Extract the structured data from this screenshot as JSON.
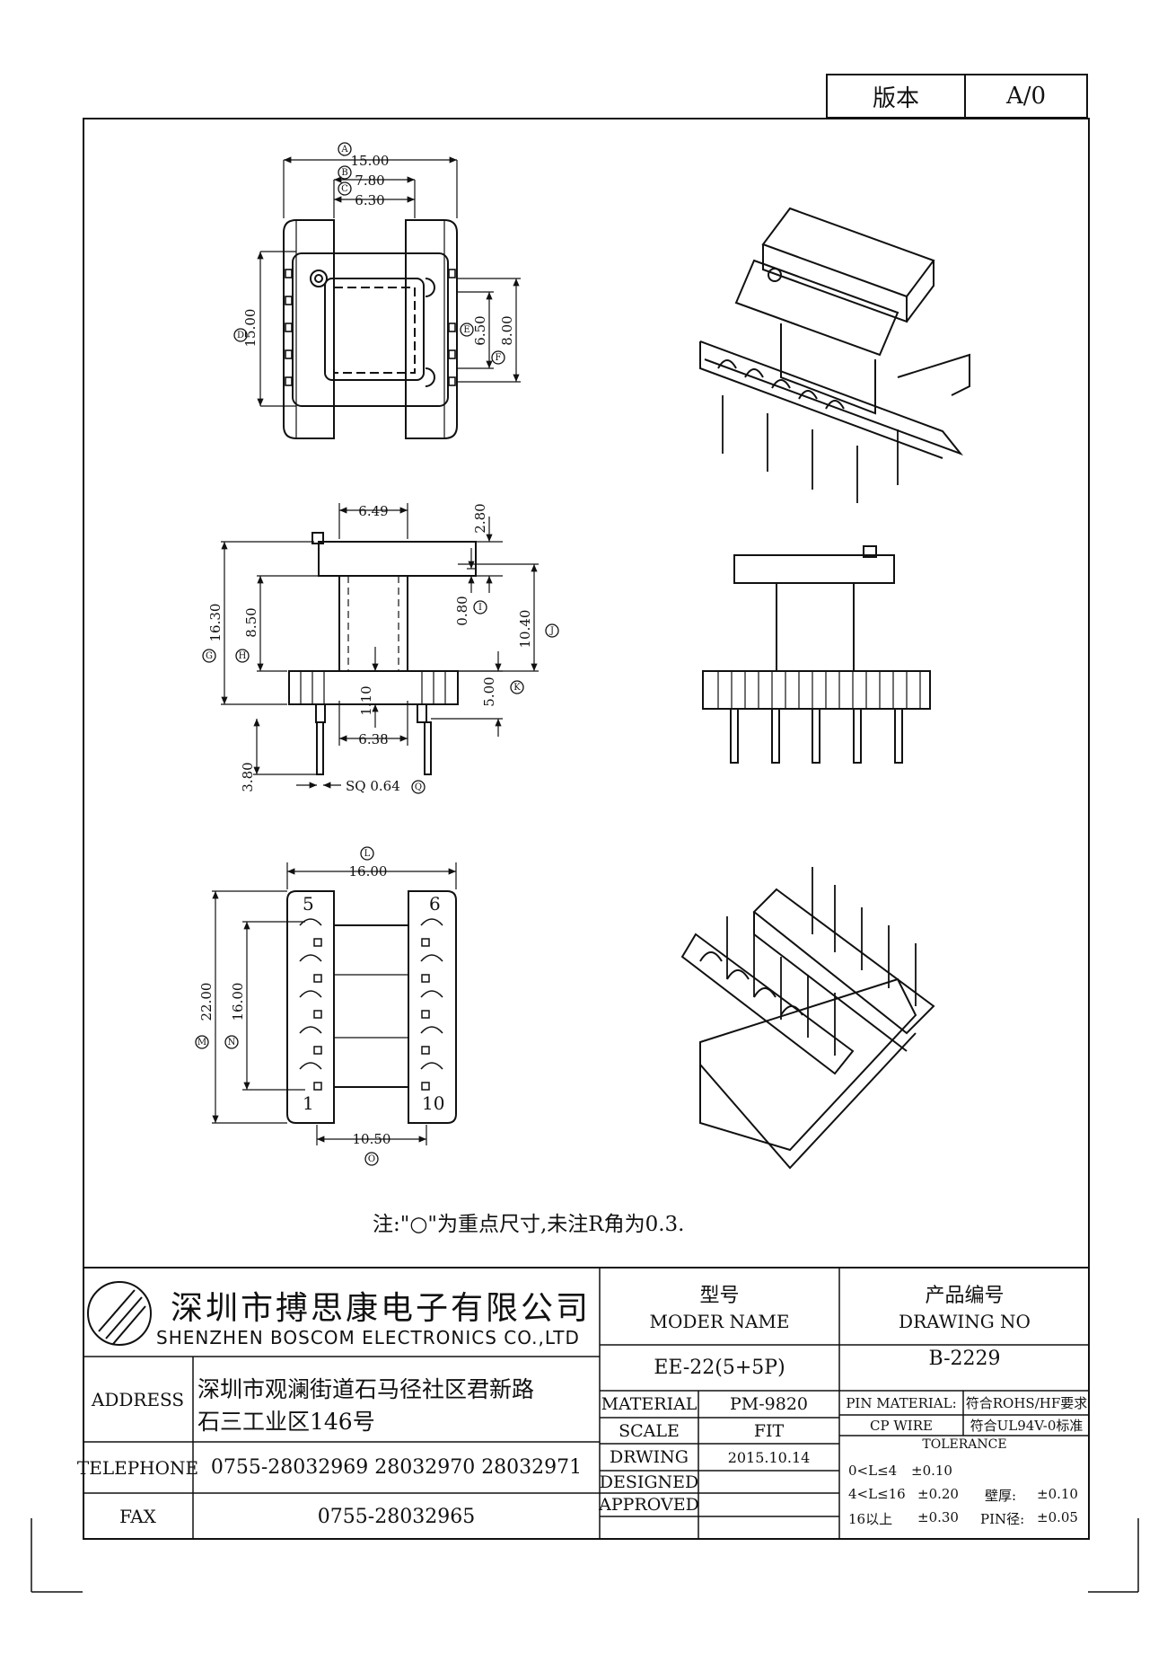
{
  "version_box": {
    "label": "版本",
    "value": "A/0"
  },
  "dimensions": {
    "A": "15.00",
    "B": "7.80",
    "C": "6.30",
    "D": "15.00",
    "E": "6.50",
    "F": "8.00",
    "side_top_width": "6.49",
    "side_top_height": "2.80",
    "G": "16.30",
    "H": "8.50",
    "I": "0.80",
    "J": "10.40",
    "K": "5.00",
    "core_gap": "1.10",
    "core_width": "6.38",
    "pin_length": "3.80",
    "Q": "SQ 0.64",
    "L": "16.00",
    "M": "22.00",
    "N": "16.00",
    "O": "10.50"
  },
  "balloons": [
    "A",
    "B",
    "C",
    "D",
    "E",
    "F",
    "G",
    "H",
    "I",
    "J",
    "K",
    "L",
    "M",
    "N",
    "O",
    "Q"
  ],
  "pin_numbers": {
    "top_left": "5",
    "top_right": "6",
    "bottom_left": "1",
    "bottom_right": "10"
  },
  "note": "注:\"○\"为重点尺寸,未注R角为0.3.",
  "company": {
    "name_cn": "深圳市搏思康电子有限公司",
    "name_en": "SHENZHEN BOSCOM ELECTRONICS CO.,LTD"
  },
  "address": {
    "label": "ADDRESS",
    "line1": "深圳市观澜街道石马径社区君新路",
    "line2": "石三工业区146号"
  },
  "telephone": {
    "label": "TELEPHONE",
    "value": "0755-28032969 28032970 28032971"
  },
  "fax": {
    "label": "FAX",
    "value": "0755-28032965"
  },
  "model": {
    "label_cn": "型号",
    "label_en": "MODER NAME",
    "value": "EE-22(5+5P)"
  },
  "drawing_no": {
    "label_cn": "产品编号",
    "label_en": "DRAWING NO",
    "value": "B-2229"
  },
  "material": {
    "label": "MATERIAL",
    "value": "PM-9820"
  },
  "scale": {
    "label": "SCALE",
    "value": "FIT"
  },
  "drwing": {
    "label": "DRWING",
    "value": "2015.10.14"
  },
  "designed": {
    "label": "DESIGNED",
    "value": ""
  },
  "approved": {
    "label": "APPROVED",
    "value": ""
  },
  "pin_material": {
    "label": "PIN MATERIAL:",
    "value": "符合ROHS/HF要求"
  },
  "cp_wire": {
    "label": "CP WIRE",
    "value": "符合UL94V-0标准"
  },
  "tolerance": {
    "title": "TOLERANCE",
    "rows": [
      {
        "range": "0<L≤4",
        "tol": "±0.10",
        "extra_label": "",
        "extra_tol": ""
      },
      {
        "range": "4<L≤16",
        "tol": "±0.20",
        "extra_label": "壁厚:",
        "extra_tol": "±0.10"
      },
      {
        "range": "16以上",
        "tol": "±0.30",
        "extra_label": "PIN径:",
        "extra_tol": "±0.05"
      }
    ]
  }
}
